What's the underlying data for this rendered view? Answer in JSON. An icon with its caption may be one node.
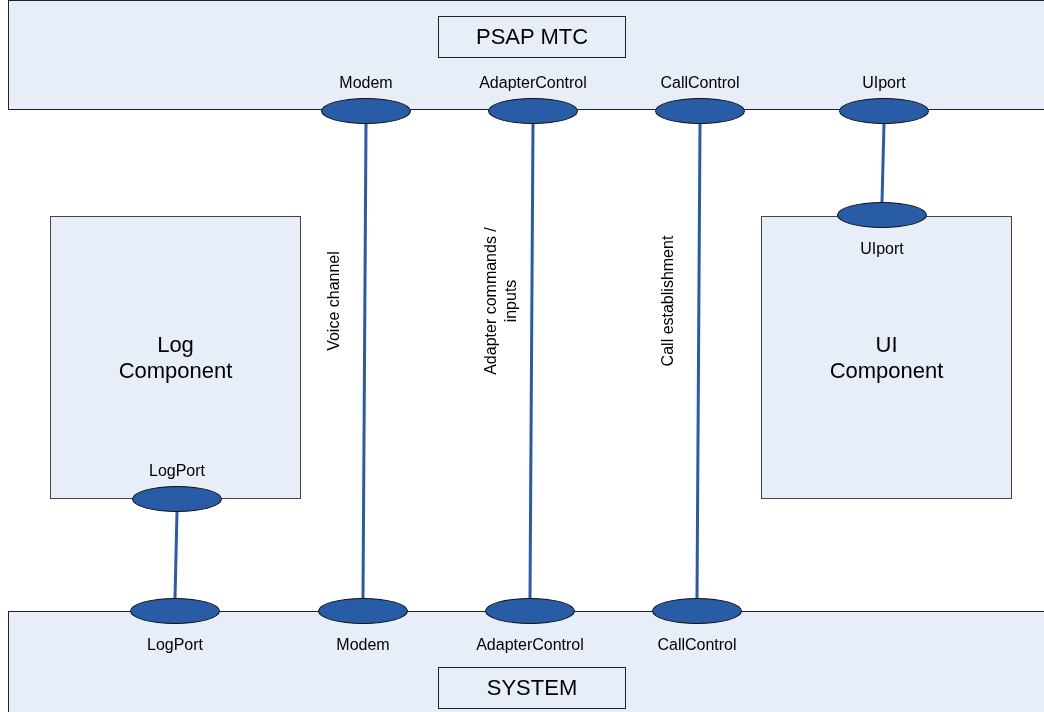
{
  "diagram": {
    "nodes": [
      {
        "text": [
          "PSAP MTC"
        ]
      },
      {
        "text": [
          "Modem"
        ],
        "in": 0
      },
      {
        "text": [
          "AdapterControl"
        ],
        "in": 0
      },
      {
        "text": [
          "CallControl"
        ],
        "in": 0
      },
      {
        "text": [
          "UIport"
        ],
        "in": 0
      },
      {
        "text": [
          "Log Component"
        ]
      },
      {
        "text": [
          "LogPort"
        ],
        "in": 5
      },
      {
        "text": [
          "UI Component"
        ]
      },
      {
        "text": [
          "UIport"
        ],
        "in": 7
      },
      {
        "text": [
          "SYSTEM"
        ]
      },
      {
        "text": [
          "LogPort"
        ],
        "in": 9
      },
      {
        "text": [
          "Modem"
        ],
        "in": 9
      },
      {
        "text": [
          "AdapterControl"
        ],
        "in": 9
      },
      {
        "text": [
          "CallControl"
        ],
        "in": 9
      }
    ],
    "edges": [
      {
        "from": 1,
        "to": 11,
        "arrow": "none",
        "label": "Voice channel"
      },
      {
        "from": 2,
        "to": 12,
        "arrow": "none",
        "label": "Adapter commands / inputs"
      },
      {
        "from": 3,
        "to": 13,
        "arrow": "none",
        "label": "Call establishment"
      },
      {
        "from": 4,
        "to": 8,
        "arrow": "none"
      },
      {
        "from": 6,
        "to": 10,
        "arrow": "none"
      }
    ]
  }
}
